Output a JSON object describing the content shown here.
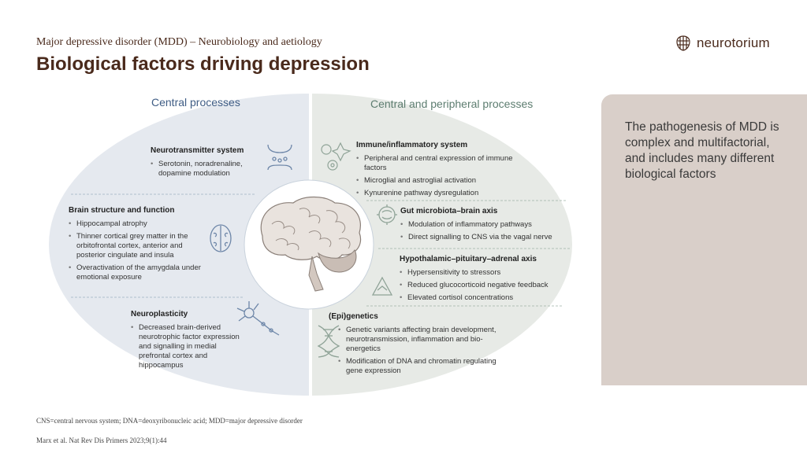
{
  "header": {
    "subtitle": "Major depressive disorder (MDD) – Neurobiology and aetiology",
    "title": "Biological factors driving depression"
  },
  "logo": {
    "text": "neurotorium",
    "icon": "brain-grid-icon"
  },
  "side_panel": {
    "text": "The pathogenesis of MDD is complex and multifactorial, and includes many different biological factors"
  },
  "central": {
    "heading": "Central processes",
    "blocks": [
      {
        "title": "Neurotransmitter system",
        "icon": "neurotransmitter-icon",
        "items": [
          "Serotonin, noradrenaline, dopamine modulation"
        ]
      },
      {
        "title": "Brain structure and function",
        "icon": "brain-scan-icon",
        "items": [
          "Hippocampal atrophy",
          "Thinner cortical grey matter in the orbitofrontal cortex, anterior and posterior cingulate and insula",
          "Overactivation of the amygdala under emotional exposure"
        ]
      },
      {
        "title": "Neuroplasticity",
        "icon": "neuron-icon",
        "items": [
          "Decreased brain-derived neurotrophic factor expression and signalling in medial prefrontal cortex and hippocampus"
        ]
      }
    ]
  },
  "peripheral": {
    "heading": "Central and peripheral processes",
    "blocks": [
      {
        "title": "Immune/inflammatory system",
        "icon": "immune-cells-icon",
        "items": [
          "Peripheral and central expression of immune factors",
          "Microglial and astroglial activation",
          "Kynurenine pathway dysregulation"
        ]
      },
      {
        "title": "Gut microbiota–brain axis",
        "icon": "gut-bacteria-icon",
        "items": [
          "Modulation of inflammatory pathways",
          "Direct signalling to CNS via the vagal nerve"
        ]
      },
      {
        "title": "Hypothalamic–pituitary–adrenal axis",
        "icon": "adrenal-gland-icon",
        "items": [
          "Hypersensitivity to stressors",
          "Reduced glucocorticoid negative feedback",
          "Elevated cortisol concentrations"
        ]
      },
      {
        "title": "(Epi)genetics",
        "icon": "dna-icon",
        "items": [
          "Genetic variants affecting brain development, neurotransmission, inflammation and bio-energetics",
          "Modification of DNA and chromatin regulating gene expression"
        ]
      }
    ]
  },
  "center_image": {
    "icon": "brain-illustration"
  },
  "footnote": "CNS=central nervous system; DNA=deoxyribonucleic acid; MDD=major depressive disorder",
  "reference": "Marx et al. Nat Rev Dis Primers 2023;9(1):44",
  "colors": {
    "title_brown": "#4a2a1c",
    "left_fill": "#e5e9ef",
    "right_fill": "#e7eae6",
    "central_heading": "#3f5d85",
    "peripheral_heading": "#5d7d70",
    "side_panel": "#d9cfc9"
  }
}
